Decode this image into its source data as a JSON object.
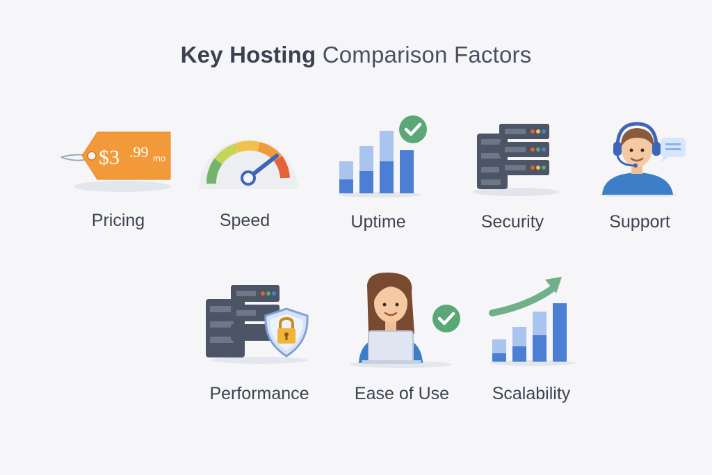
{
  "title": {
    "bold": "Key Hosting",
    "light": "Comparison Factors"
  },
  "price_tag": {
    "amount": "$3",
    "cents": ".99",
    "unit": "mo"
  },
  "factors": [
    {
      "label": "Pricing",
      "icon": "price-tag-icon"
    },
    {
      "label": "Speed",
      "icon": "speedometer-icon"
    },
    {
      "label": "Uptime",
      "icon": "uptime-chart-icon"
    },
    {
      "label": "Security",
      "icon": "server-rack-icon"
    },
    {
      "label": "Support",
      "icon": "support-agent-icon"
    },
    {
      "label": "Performance",
      "icon": "server-shield-lock-icon"
    },
    {
      "label": "Ease of Use",
      "icon": "user-laptop-check-icon"
    },
    {
      "label": "Scalability",
      "icon": "growth-chart-icon"
    }
  ],
  "colors": {
    "orange": "#f29a3a",
    "blue": "#4a7fd4",
    "light_blue": "#a9c4ee",
    "green": "#5aa877",
    "server": "#4b5566",
    "text": "#3c4350"
  }
}
